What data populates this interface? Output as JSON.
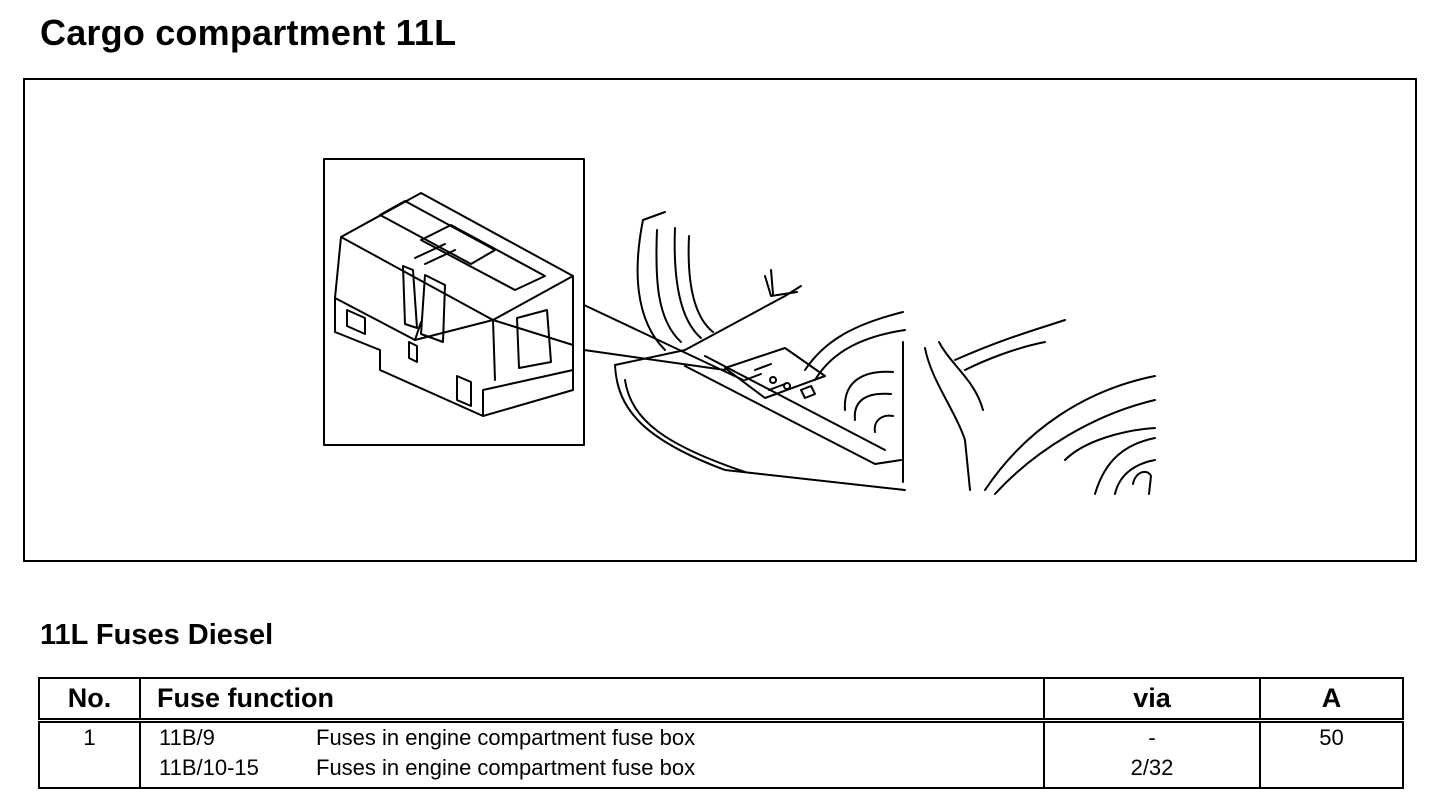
{
  "page": {
    "title": "Cargo compartment 11L",
    "section_title": "11L Fuses Diesel"
  },
  "illustration": {
    "subject": "fuse-box-location-diagram"
  },
  "table": {
    "headers": {
      "no": "No.",
      "function": "Fuse function",
      "via": "via",
      "amp": "A"
    },
    "rows": [
      {
        "no": "1",
        "code": "11B/9",
        "function": "Fuses in engine compartment fuse box",
        "via": "-",
        "amp": "50"
      },
      {
        "no": "",
        "code": "11B/10-15",
        "function": "Fuses in engine compartment fuse box",
        "via": "2/32",
        "amp": ""
      }
    ]
  }
}
